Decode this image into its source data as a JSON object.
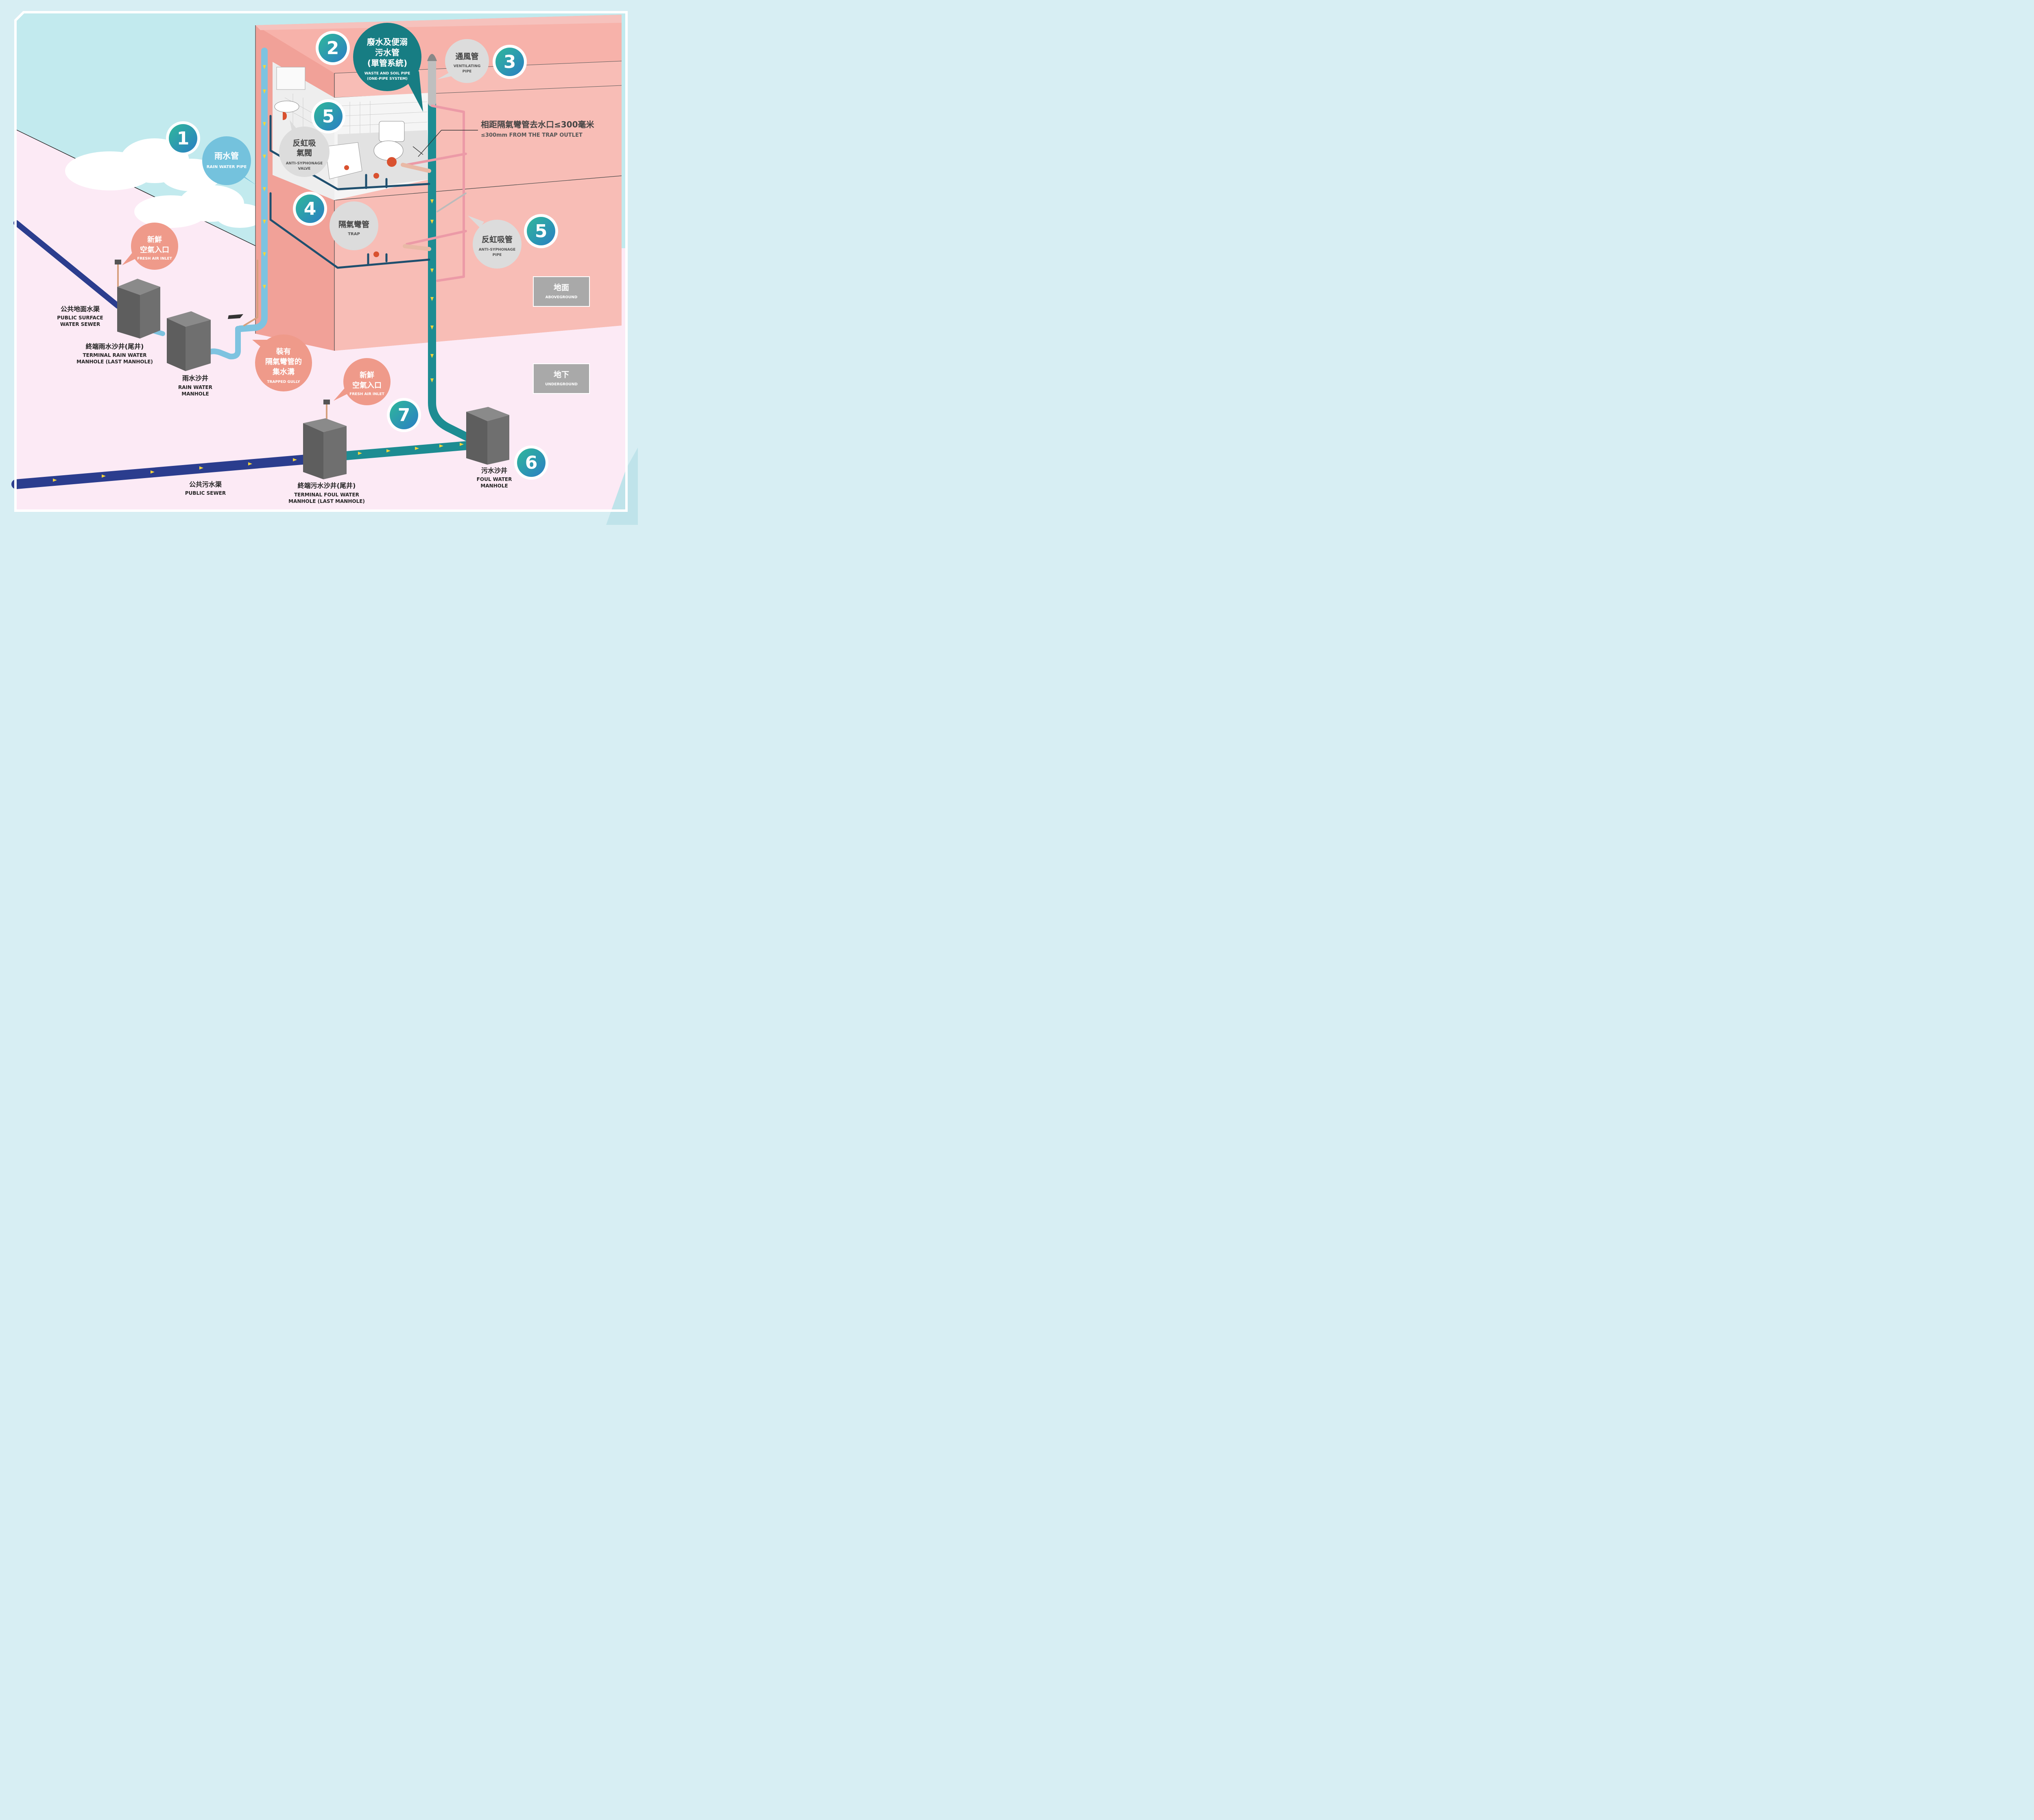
{
  "colors": {
    "rain_pipe": "#7ec3e0",
    "soil_pipe": "#1d8c92",
    "public_sewer": "#2b3d8e",
    "branch_pipe": "#1f4f6e",
    "anti_syphonage": "#ec9aa7",
    "trap": "#d9512f",
    "building_wall": "#f2a49c",
    "manhole": "#6d6d6d",
    "arrow": "#f3d43a",
    "badge_teal": "#2aa79c",
    "badge_blue": "#2b7ec4",
    "bubble_salmon": "#ef9a8a",
    "bubble_grey": "#dcdcdc",
    "bubble_blue": "#74c2dd",
    "bubble_teal": "#177d83"
  },
  "callouts": {
    "rain_water_pipe": {
      "number": "1",
      "zh": "雨水管",
      "en": "RAIN WATER PIPE"
    },
    "waste_soil_pipe": {
      "number": "2",
      "zh": [
        "廢水及便溺",
        "污水管",
        "(單管系統)"
      ],
      "en": [
        "WASTE AND SOIL PIPE",
        "(ONE-PIPE SYSTEM)"
      ]
    },
    "ventilating_pipe": {
      "number": "3",
      "zh": "通風管",
      "en": [
        "VENTILATING",
        "PIPE"
      ]
    },
    "trap": {
      "number": "4",
      "zh": "隔氣彎管",
      "en": "TRAP"
    },
    "anti_syphonage_valve": {
      "number": "5",
      "zh": [
        "反虹吸",
        "氣閥"
      ],
      "en": [
        "ANTI-SYPHONAGE",
        "VALVE"
      ]
    },
    "anti_syphonage_pipe": {
      "number": "5",
      "zh": "反虹吸管",
      "en": [
        "ANTI-SYPHONAGE",
        "PIPE"
      ]
    },
    "foul_water_manhole": {
      "number": "6",
      "zh": "污水沙井",
      "en": [
        "FOUL WATER",
        "MANHOLE"
      ]
    },
    "terminal_foul_number": "7"
  },
  "trap_distance": {
    "zh": "相距隔氣彎管去水口≤300毫米",
    "en": "≤300mm FROM THE TRAP OUTLET"
  },
  "fresh_air_inlet": {
    "zh": [
      "新鮮",
      "空氣入口"
    ],
    "en": "FRESH AIR INLET"
  },
  "trapped_gully": {
    "zh": [
      "裝有",
      "隔氣彎管的",
      "集水溝"
    ],
    "en": "TRAPPED GULLY"
  },
  "levels": {
    "aboveground": {
      "zh": "地面",
      "en": "ABOVEGROUND"
    },
    "underground": {
      "zh": "地下",
      "en": "UNDERGROUND"
    }
  },
  "labels": {
    "public_surface_water_sewer": {
      "zh": "公共地面水渠",
      "en": [
        "PUBLIC SURFACE",
        "WATER SEWER"
      ]
    },
    "terminal_rain_manhole": {
      "zh": "終端雨水沙井(尾井)",
      "en": [
        "TERMINAL RAIN WATER",
        "MANHOLE (LAST MANHOLE)"
      ]
    },
    "rain_water_manhole": {
      "zh": "雨水沙井",
      "en": [
        "RAIN WATER",
        "MANHOLE"
      ]
    },
    "public_sewer": {
      "zh": "公共污水渠",
      "en": "PUBLIC SEWER"
    },
    "terminal_foul_manhole": {
      "zh": "終端污水沙井(尾井)",
      "en": [
        "TERMINAL FOUL WATER",
        "MANHOLE (LAST MANHOLE)"
      ]
    }
  }
}
